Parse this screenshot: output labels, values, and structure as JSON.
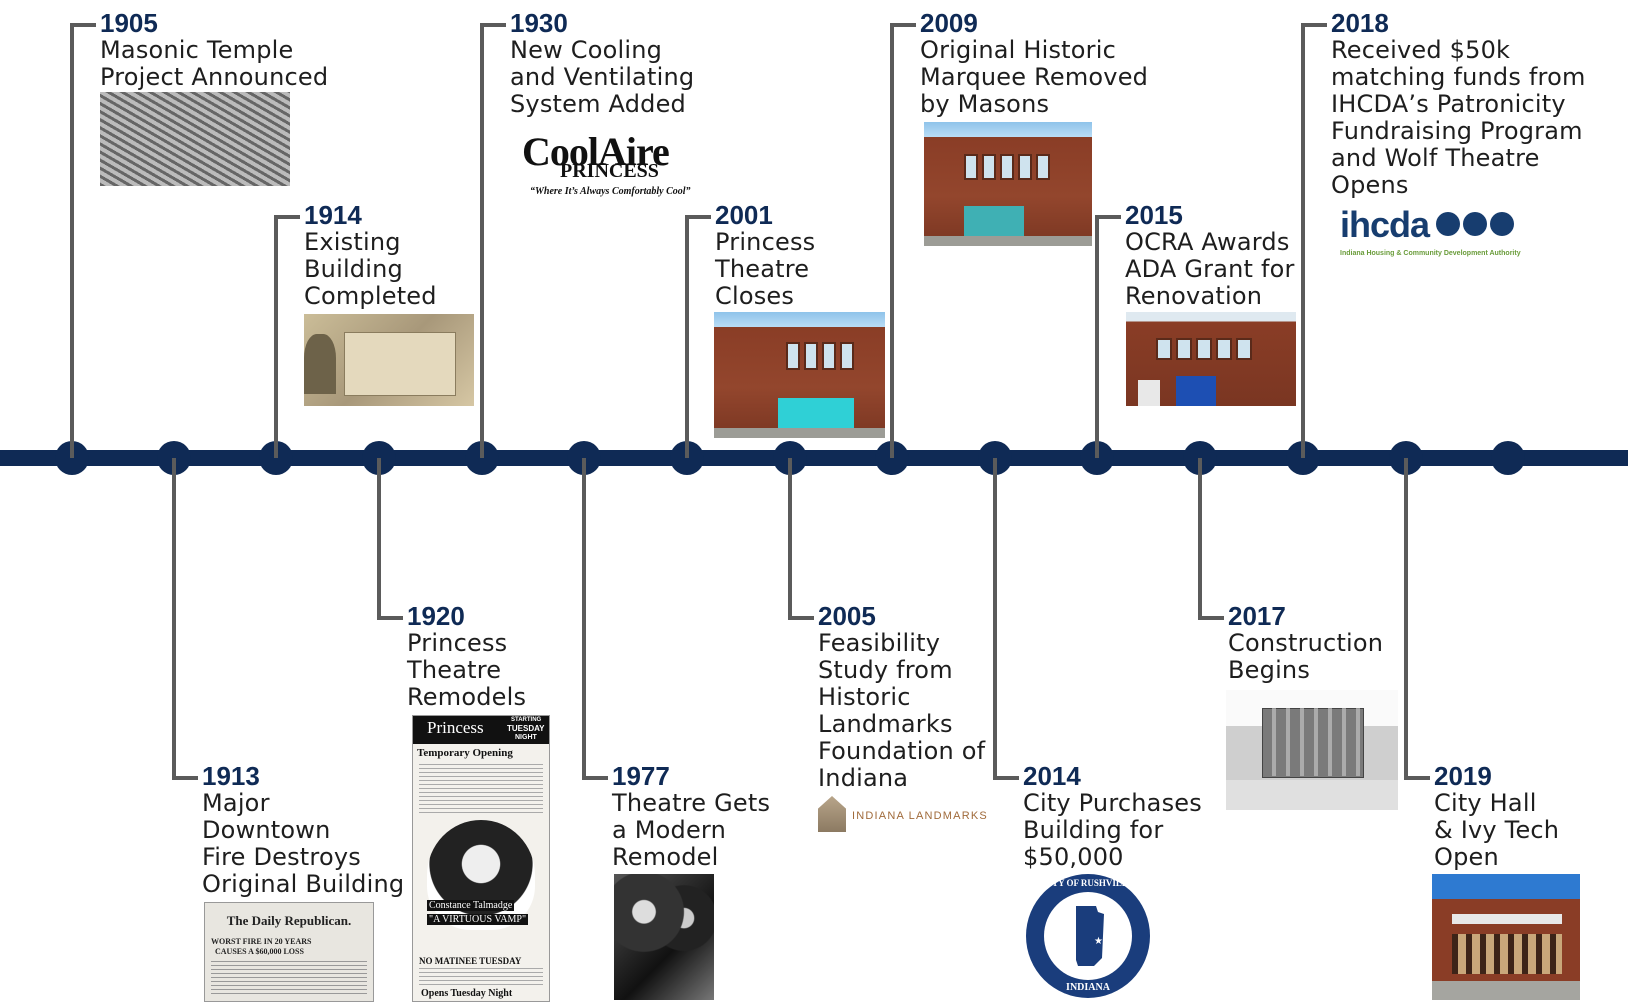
{
  "events": [
    {
      "year": "1905",
      "lines": [
        "Masonic Temple",
        "Project Announced"
      ]
    },
    {
      "year": "1913",
      "lines": [
        "Major",
        "Downtown",
        "Fire Destroys",
        "Original Building"
      ]
    },
    {
      "year": "1914",
      "lines": [
        "Existing",
        "Building",
        "Completed"
      ]
    },
    {
      "year": "1920",
      "lines": [
        "Princess",
        "Theatre",
        "Remodels"
      ]
    },
    {
      "year": "1930",
      "lines": [
        "New Cooling",
        "and Ventilating",
        "System Added"
      ]
    },
    {
      "year": "1977",
      "lines": [
        "Theatre Gets",
        "a Modern",
        "Remodel"
      ]
    },
    {
      "year": "2001",
      "lines": [
        "Princess",
        "Theatre",
        "Closes"
      ]
    },
    {
      "year": "2005",
      "lines": [
        "Feasibility",
        "Study from",
        "Historic",
        "Landmarks",
        "Foundation of",
        "Indiana"
      ]
    },
    {
      "year": "2009",
      "lines": [
        "Original Historic",
        "Marquee Removed",
        "by Masons"
      ]
    },
    {
      "year": "2014",
      "lines": [
        "City Purchases",
        "Building for",
        "$50,000"
      ]
    },
    {
      "year": "2015",
      "lines": [
        "OCRA Awards",
        "ADA Grant for",
        "Renovation"
      ]
    },
    {
      "year": "2017",
      "lines": [
        "Construction",
        "Begins"
      ]
    },
    {
      "year": "2018",
      "lines": [
        "Received $50k",
        "matching funds from",
        "IHCDA’s Patronicity",
        "Fundraising Program",
        "and Wolf Theatre",
        "Opens"
      ]
    },
    {
      "year": "2019",
      "lines": [
        "City Hall",
        "& Ivy Tech",
        "Open"
      ]
    }
  ],
  "logos": {
    "coolair_title": "CoolAire",
    "coolair_sub": "PRINCESS",
    "coolair_tagline": "“Where It’s Always Comfortably Cool”",
    "newspaper_masthead": "The Daily Republican.",
    "newspaper_headline": "WORST FIRE IN 20 YEARS",
    "newspaper_subhead": "CAUSES A $60,000 LOSS",
    "poster_title": "Princess",
    "poster_sub1": "STARTING",
    "poster_sub2": "TUESDAY",
    "poster_sub3": "NIGHT",
    "poster_opening": "Temporary Opening",
    "poster_star": "Constance Talmadge",
    "poster_film": "\"A VIRTUOUS VAMP\"",
    "poster_footer1": "NO MATINEE TUESDAY",
    "poster_footer2": "Opens Tuesday Night",
    "landmarks_text": "INDIANA LANDMARKS",
    "rushville_top": "CITY OF RUSHVILLE",
    "rushville_bottom": "INDIANA",
    "ihcda_text": "ihcda",
    "ihcda_sub": "Indiana Housing & Community Development Authority"
  },
  "colors": {
    "axis": "#0f2a55",
    "connector": "#5b5b5b",
    "year": "#0f2a55",
    "text": "#1e1e1e"
  }
}
